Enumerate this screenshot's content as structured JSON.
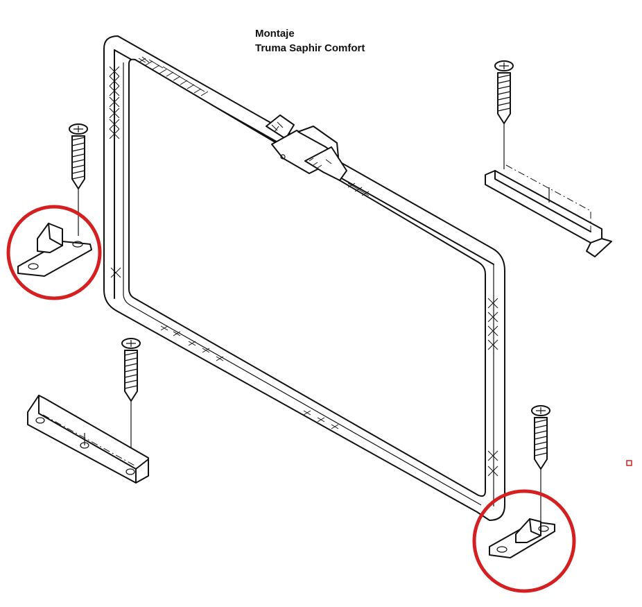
{
  "diagram": {
    "title_line1": "Montaje",
    "title_line2": "Truma Saphir Comfort",
    "highlight_color": "#d42020",
    "parts": {
      "frame": "mounting-frame",
      "latch": "buckle-latch",
      "brackets": [
        "angle-bracket-top-right",
        "angle-bracket-bottom-left"
      ],
      "clips": [
        "clip-left",
        "clip-right"
      ],
      "screws": [
        "screw-left",
        "screw-top-right",
        "screw-bottom-left",
        "screw-bottom-right"
      ]
    }
  }
}
